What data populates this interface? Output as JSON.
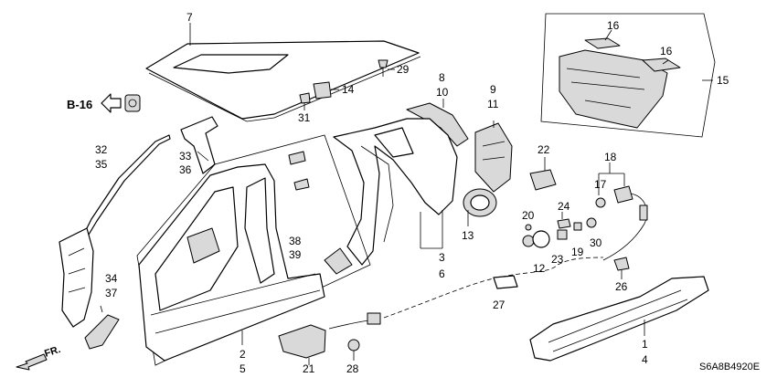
{
  "callouts": [
    {
      "id": "c7",
      "text": "7"
    },
    {
      "id": "c29",
      "text": "29"
    },
    {
      "id": "c14",
      "text": "14"
    },
    {
      "id": "c31",
      "text": "31"
    },
    {
      "id": "c8",
      "text": "8"
    },
    {
      "id": "c10",
      "text": "10"
    },
    {
      "id": "c9",
      "text": "9"
    },
    {
      "id": "c11",
      "text": "11"
    },
    {
      "id": "c16a",
      "text": "16"
    },
    {
      "id": "c16b",
      "text": "16"
    },
    {
      "id": "c15",
      "text": "15"
    },
    {
      "id": "c32",
      "text": "32"
    },
    {
      "id": "c35",
      "text": "35"
    },
    {
      "id": "c33",
      "text": "33"
    },
    {
      "id": "c36",
      "text": "36"
    },
    {
      "id": "c22",
      "text": "22"
    },
    {
      "id": "c18",
      "text": "18"
    },
    {
      "id": "c17",
      "text": "17"
    },
    {
      "id": "c24",
      "text": "24"
    },
    {
      "id": "c20",
      "text": "20"
    },
    {
      "id": "c19",
      "text": "19"
    },
    {
      "id": "c30",
      "text": "30"
    },
    {
      "id": "c23",
      "text": "23"
    },
    {
      "id": "c12",
      "text": "12"
    },
    {
      "id": "c13",
      "text": "13"
    },
    {
      "id": "c3",
      "text": "3"
    },
    {
      "id": "c6",
      "text": "6"
    },
    {
      "id": "c38",
      "text": "38"
    },
    {
      "id": "c39",
      "text": "39"
    },
    {
      "id": "c34",
      "text": "34"
    },
    {
      "id": "c37",
      "text": "37"
    },
    {
      "id": "c26",
      "text": "26"
    },
    {
      "id": "c27",
      "text": "27"
    },
    {
      "id": "c2",
      "text": "2"
    },
    {
      "id": "c5",
      "text": "5"
    },
    {
      "id": "c21",
      "text": "21"
    },
    {
      "id": "c28",
      "text": "28"
    },
    {
      "id": "c1",
      "text": "1"
    },
    {
      "id": "c4",
      "text": "4"
    }
  ],
  "reference": {
    "label": "B-16"
  },
  "direction": {
    "label": "FR."
  },
  "diagram_code": "S6A8B4920E"
}
